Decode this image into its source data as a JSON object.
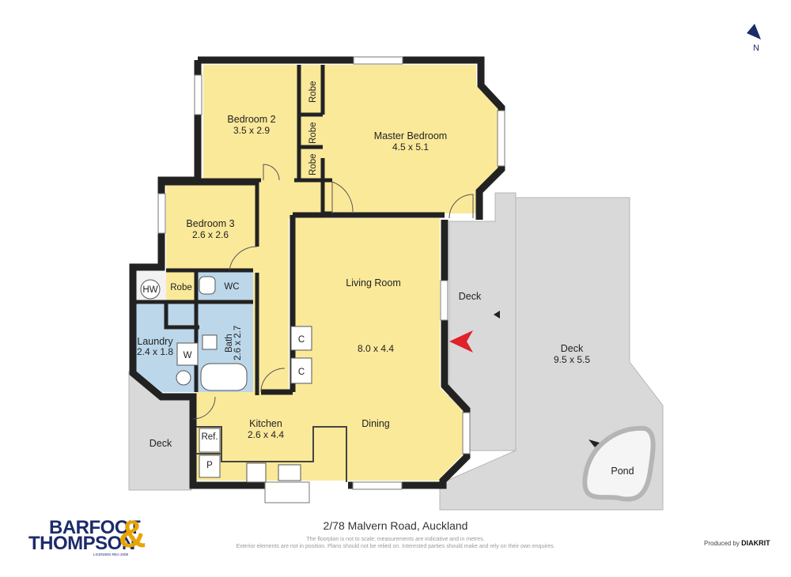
{
  "address": "2/78 Malvern Road, Auckland",
  "disclaimer_line1": "The floorplan is not to scale; measurements are indicative and in metres.",
  "disclaimer_line2": "Exterior elements are not in position. Plans should not be relied on. Interested parties should make and rely on their own enquires.",
  "brand": {
    "line1": "BARFOOT",
    "line2": "THOMPSON",
    "ampersand": "&",
    "tagline": "LICENSED REA 2008"
  },
  "produced_by": {
    "prefix": "Produced by",
    "name": "DIAKRIT"
  },
  "compass_label": "N",
  "rooms": {
    "master_bedroom": {
      "name": "Master Bedroom",
      "dims": "4.5 x 5.1"
    },
    "bedroom2": {
      "name": "Bedroom 2",
      "dims": "3.5 x 2.9"
    },
    "bedroom3": {
      "name": "Bedroom 3",
      "dims": "2.6 x 2.6"
    },
    "living": {
      "name": "Living Room",
      "dims": "8.0 x 4.4"
    },
    "dining": {
      "name": "Dining"
    },
    "kitchen": {
      "name": "Kitchen",
      "dims": "2.6 x 4.4"
    },
    "laundry": {
      "name": "Laundry",
      "dims": "2.4 x 1.8"
    },
    "bath": {
      "name": "Bath",
      "dims": "2.6 x 2.7"
    },
    "deck_east": {
      "name": "Deck"
    },
    "deck_big": {
      "name": "Deck",
      "dims": "9.5 x 5.5"
    },
    "deck_west": {
      "name": "Deck"
    },
    "pond": {
      "name": "Pond"
    }
  },
  "fixtures": {
    "robe": "Robe",
    "wc": "WC",
    "hw": "HW",
    "washer": "W",
    "cupboard": "C",
    "fridge": "Ref.",
    "pantry": "P"
  },
  "colors": {
    "room_fill": "#fbe99a",
    "wet_fill": "#bcd7ea",
    "deck_fill": "#d9d9d9",
    "wall": "#222222",
    "marker": "#e0202a",
    "brand_blue": "#1d2b6b",
    "brand_gold": "#e8a400"
  }
}
